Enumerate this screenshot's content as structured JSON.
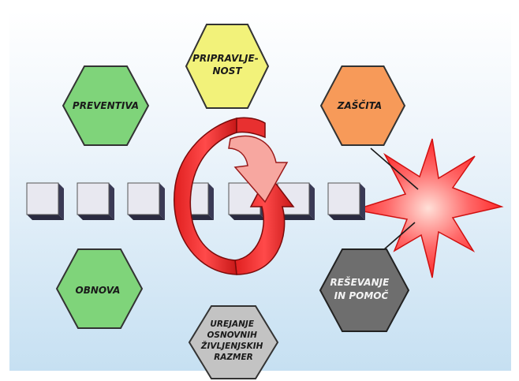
{
  "nodes": {
    "pripravljenost": {
      "lines": [
        "PRIPRAVLJE-",
        "NOST"
      ],
      "color": "#f2f27a"
    },
    "preventiva": {
      "lines": [
        "PREVENTIVA"
      ],
      "color": "#7fd47a"
    },
    "zascita": {
      "lines": [
        "ZAŠČITA"
      ],
      "color": "#f79a59"
    },
    "obnova": {
      "lines": [
        "OBNOVA"
      ],
      "color": "#7fd47a"
    },
    "resevanje": {
      "lines": [
        "REŠEVANJE",
        "IN POMOČ"
      ],
      "color": "#6e6e6e"
    },
    "urejanje": {
      "lines": [
        "UREJANJE",
        "OSNOVNIH",
        "ŽIVLJENJSKIH",
        "RAZMER"
      ],
      "color": "#c3c3c3"
    }
  },
  "colors": {
    "background_top": "#ffffff",
    "background_bottom": "#c9e2f3",
    "cycle_arrow": "#f03a3a",
    "cycle_arrow_light": "#f7a0a0",
    "explosion": "#ff4a4a",
    "explosion_core": "#ffd0c8",
    "cube_face": "#e8e8f0",
    "cube_side": "#3a3a55"
  },
  "icons": {
    "cycle": "circular-arrow-icon",
    "burst": "explosion-icon"
  }
}
